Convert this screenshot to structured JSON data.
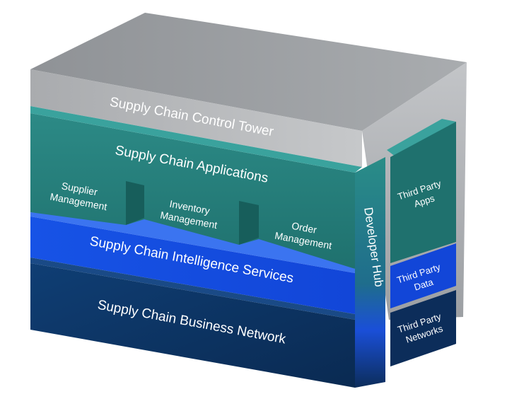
{
  "diagram": {
    "control_tower": {
      "label": "Supply Chain Control Tower"
    },
    "applications": {
      "label": "Supply Chain Applications",
      "modules": [
        {
          "line1": "Supplier",
          "line2": "Management"
        },
        {
          "line1": "Inventory",
          "line2": "Management"
        },
        {
          "line1": "Order",
          "line2": "Management"
        }
      ]
    },
    "intelligence": {
      "label": "Supply Chain Intelligence Services"
    },
    "business_network": {
      "label": "Supply Chain Business Network"
    },
    "developer_hub": {
      "label": "Developer Hub"
    },
    "third_party": [
      {
        "line1": "Third Party",
        "line2": "Apps"
      },
      {
        "line1": "Third Party",
        "line2": "Data"
      },
      {
        "line1": "Third Party",
        "line2": "Networks"
      }
    ]
  }
}
